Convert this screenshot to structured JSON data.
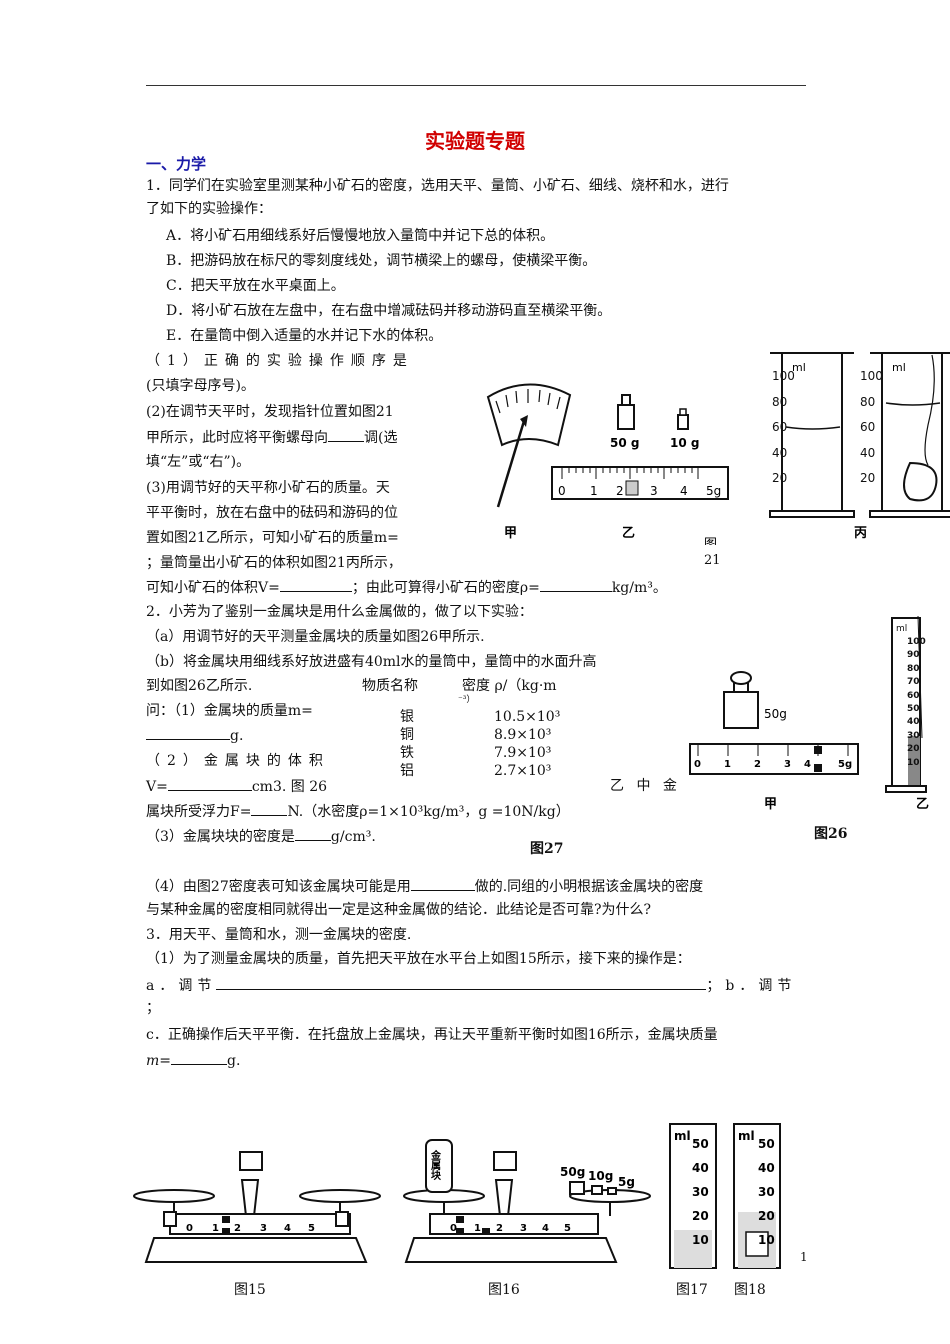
{
  "title": "实验题专题",
  "section1": "一、力学",
  "q1": {
    "stem1": "1．同学们在实验室里测某种小矿石的密度，选用天平、量筒、小矿石、细线、烧杯和水，进行",
    "stem2": "了如下的实验操作：",
    "opts": [
      "A．将小矿石用细线系好后慢慢地放入量筒中并记下总的体积。",
      "B．把游码放在标尺的零刻度线处，调节横梁上的螺母，使横梁平衡。",
      "C．把天平放在水平桌面上。",
      "D．将小矿石放在左盘中，在右盘中增减砝码并移动游码直至横梁平衡。",
      "E．在量筒中倒入适量的水并记下水的体积。"
    ],
    "p1a": "（1）正确的实验操作顺序是",
    "p1b": "(只填字母序号)。",
    "p2a": "(2)在调节天平时，发现指针位置如图21",
    "p2b_pre": "甲所示，此时应将平衡螺母向",
    "p2b_post": "调(选",
    "p2c": "填“左”或“右”)。",
    "p3a": "(3)用调节好的天平称小矿石的质量。天",
    "p3b": "平平衡时，放在右盘中的砝码和游码的位",
    "p3c": "置如图21乙所示，可知小矿石的质量m=",
    "p3d": "；量筒量出小矿石的体积如图21丙所示，",
    "p3e_pre": "可知小矿石的体积V=",
    "p3e_mid": "；由此可算得小矿石的密度ρ=",
    "p3e_post": "kg/m³。",
    "fig21": {
      "jia": "甲",
      "yi": "乙",
      "bing": "丙",
      "cap1": "图",
      "cap2": "21",
      "w50": "50 g",
      "w10": "10 g",
      "ruler_ticks": [
        "0",
        "1",
        "2",
        "3",
        "4",
        "5g"
      ],
      "cyl_ticks": [
        "100",
        "80",
        "60",
        "40",
        "20"
      ],
      "ml": "ml"
    }
  },
  "q2": {
    "stem": "2．小芳为了鉴别一金属块是用什么金属做的，做了以下实验：",
    "a": "（a）用调节好的天平测量金属块的质量如图26甲所示.",
    "b1": "（b）将金属块用细线系好放进盛有40ml水的量筒中，量筒中的水面升高",
    "b2": "到如图26乙所示.",
    "ask_pre": "问：（1）金属块的质量m=",
    "ask_g": "g.",
    "p2a": "（2）金属块的体积",
    "p2b_pre": "V=",
    "p2b_post": "cm3.  图 26",
    "p2c_pre": "属块所受浮力F=",
    "p2c_post": "N.（水密度ρ=1×10³kg/m³，g =10N/kg）",
    "p3_pre": "（3）金属块块的密度是",
    "p3_post": "g/cm³.",
    "yzj": "乙 中 金",
    "table": {
      "h1": "物质名称",
      "h2": "密度 ρ/（kg·m",
      "h2b": "⁻³）",
      "rows": [
        [
          "银",
          "10.5×10³"
        ],
        [
          "铜",
          "8.9×10³"
        ],
        [
          "铁",
          "7.9×10³"
        ],
        [
          "铝",
          "2.7×10³"
        ]
      ]
    },
    "fig27": "图27",
    "fig26": "图26",
    "jia": "甲",
    "yi": "乙",
    "w50": "50g",
    "ruler_ticks": [
      "0",
      "1",
      "2",
      "3",
      "4",
      "5g"
    ],
    "cyl_ticks": [
      "100",
      "90",
      "80",
      "70",
      "60",
      "50",
      "40",
      "30",
      "20",
      "10"
    ],
    "ml": "ml",
    "p4a_pre": "（4）由图27密度表可知该金属块可能是用",
    "p4a_post": "做的.同组的小明根据该金属块的密度",
    "p4b": "与某种金属的密度相同就得出一定是这种金属做的结论．此结论是否可靠?为什么?"
  },
  "q3": {
    "stem": "3．用天平、量筒和水，测一金属块的密度.",
    "p1": "（1）为了测量金属块的质量，首先把天平放在水平台上如图15所示，接下来的操作是：",
    "a_pre": "a．调节",
    "b_post": "；b．调节",
    "semi": "；",
    "c1": "c．正确操作后天平平衡．在托盘放上金属块，再让天平重新平衡时如图16所示，金属块质量",
    "c2_pre": "m=",
    "c2_post": "g.",
    "figs": {
      "f15": "图15",
      "f16": "图16",
      "f17": "图17",
      "f18": "图18",
      "block": "金属块",
      "w50": "50g",
      "w10": "10g",
      "w5": "5g",
      "ruler": [
        "0",
        "1",
        "2",
        "3",
        "4",
        "5"
      ],
      "cyl": [
        "50",
        "40",
        "30",
        "20",
        "10"
      ],
      "ml": "ml"
    }
  },
  "page_number": "1"
}
